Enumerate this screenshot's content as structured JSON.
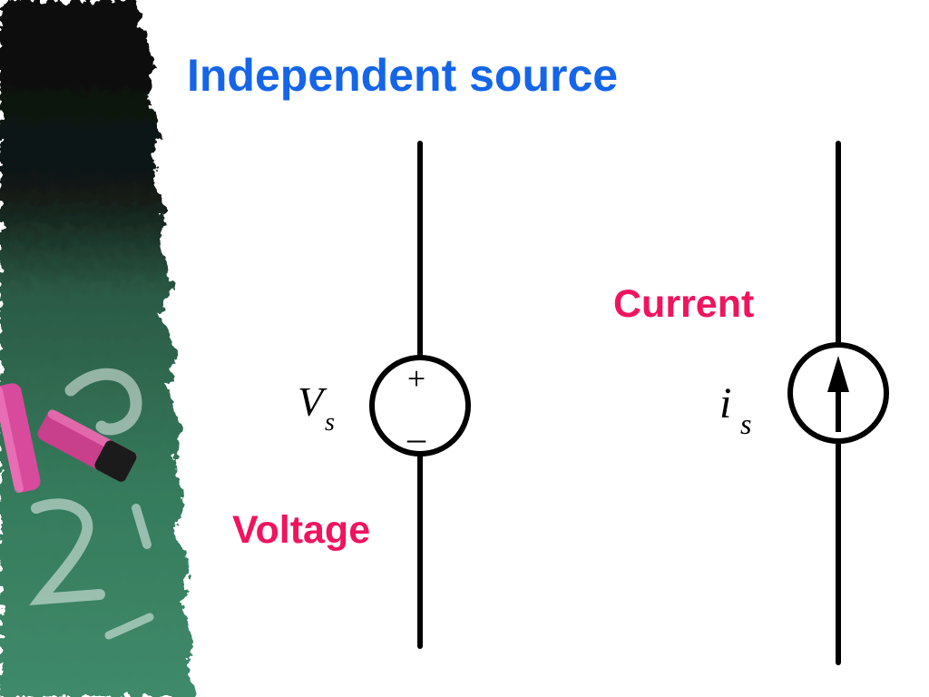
{
  "slide": {
    "title": "Independent source",
    "colors": {
      "title": "#1565e8",
      "label": "#f0145e",
      "line": "#000000",
      "board": "#2e6b52",
      "chalk": "#d4499a"
    }
  },
  "voltage_source": {
    "label": "Voltage",
    "symbol_main": "V",
    "symbol_sub": "s",
    "plus": "+",
    "minus": "–"
  },
  "current_source": {
    "label": "Current",
    "symbol_main": "i",
    "symbol_sub": "s",
    "arrow_direction": "up"
  },
  "decoration": {
    "left_strip": "chalkboard-with-chalk"
  }
}
